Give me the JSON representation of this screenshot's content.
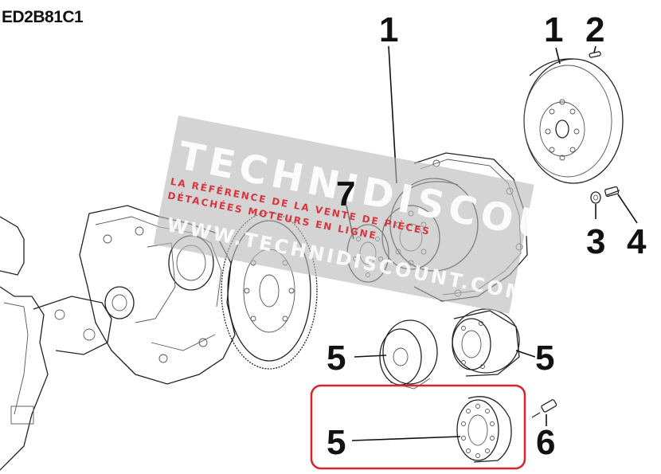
{
  "document_code": "ED2B81C1",
  "callouts": [
    "1",
    "1",
    "2",
    "7",
    "3",
    "4",
    "5",
    "5",
    "5",
    "6"
  ],
  "watermark": {
    "brand": "TECHNIDISCOUNT",
    "tagline_1": "LA RÉFÉRENCE DE LA VENTE DE PIÈCES",
    "tagline_2": "DÉTACHÉES MOTEURS EN LIGNE",
    "url": "WWW.TECHNIDISCOUNT.COM"
  },
  "colors": {
    "highlight_box": "#d9232e",
    "watermark_band": "#b9b9b9",
    "watermark_text": "#ffffff",
    "watermark_accent": "#d9232e",
    "line": "#222222"
  }
}
